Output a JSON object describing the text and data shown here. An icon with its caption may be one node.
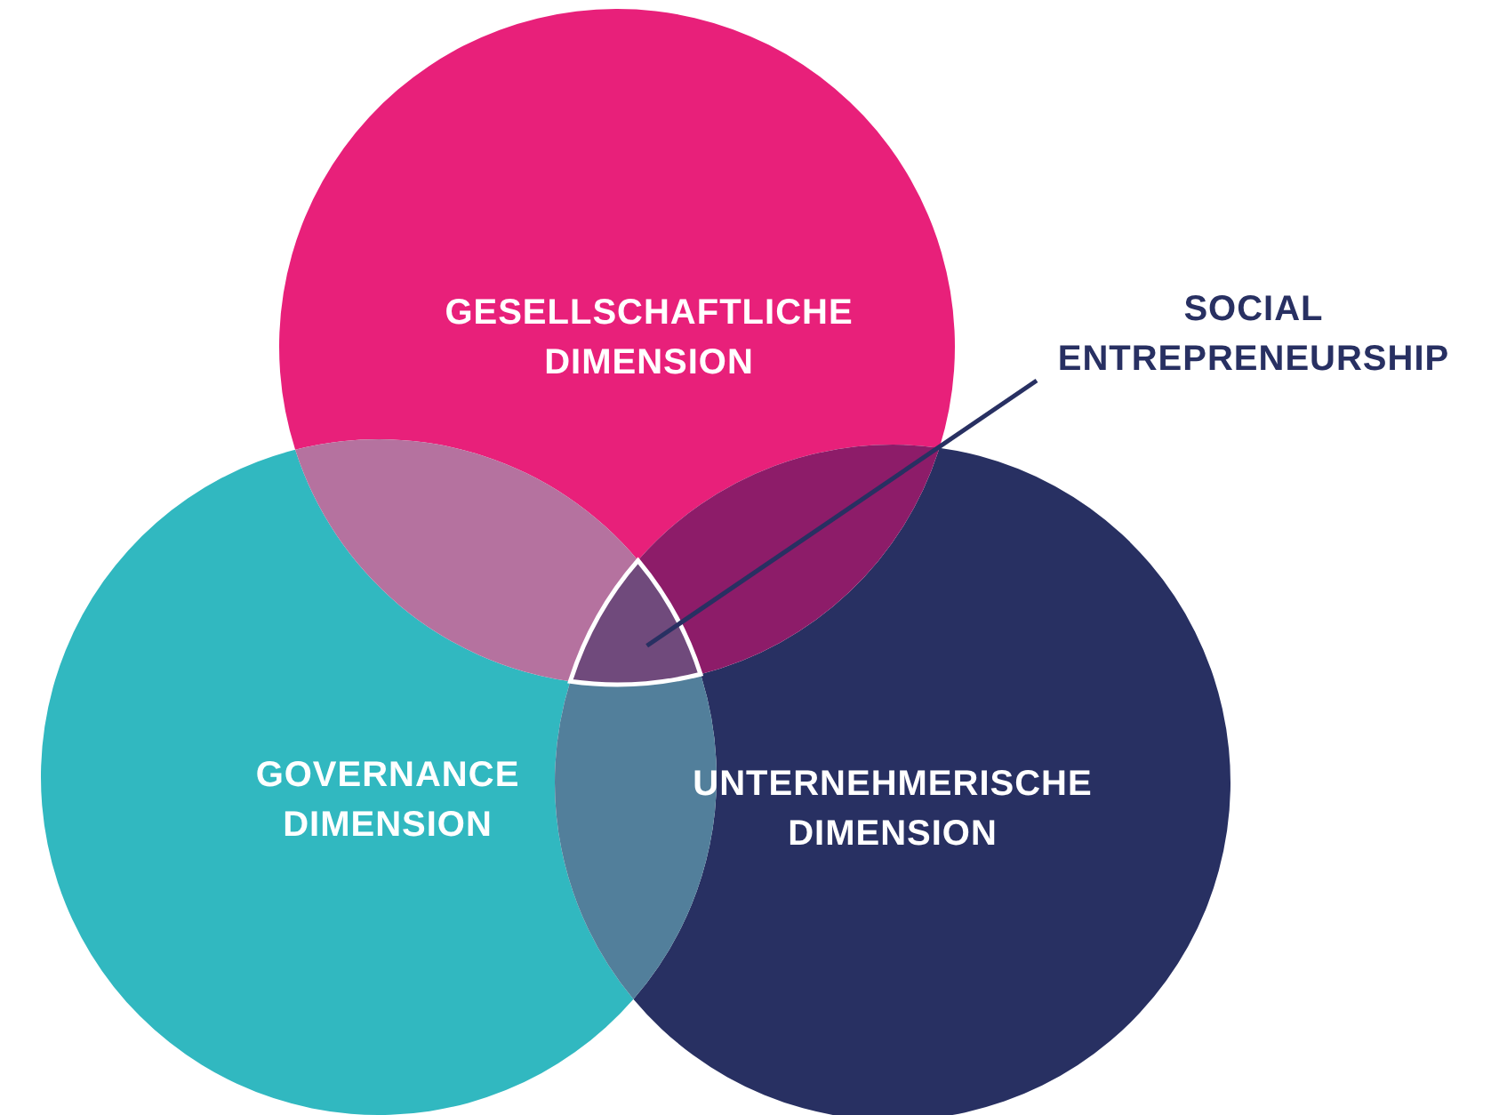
{
  "diagram": {
    "nodes": [
      {
        "text": [
          "GESELLSCHAFTLICHE DIMENSION"
        ]
      },
      {
        "text": [
          "GOVERNANCE DIMENSION"
        ]
      },
      {
        "text": [
          "UNTERNEHMERISCHE DIMENSION"
        ]
      },
      {
        "text": [
          "SOCIAL ENTREPRENEURSHIP"
        ]
      },
      {
        "text": [],
        "shape": "triangle"
      },
      {
        "text": [],
        "shape": "lens"
      },
      {
        "text": [],
        "shape": "lens"
      },
      {
        "text": [],
        "shape": "lens"
      }
    ],
    "edges": [
      {
        "from": 3,
        "to": 4,
        "arrow": "none"
      }
    ]
  }
}
